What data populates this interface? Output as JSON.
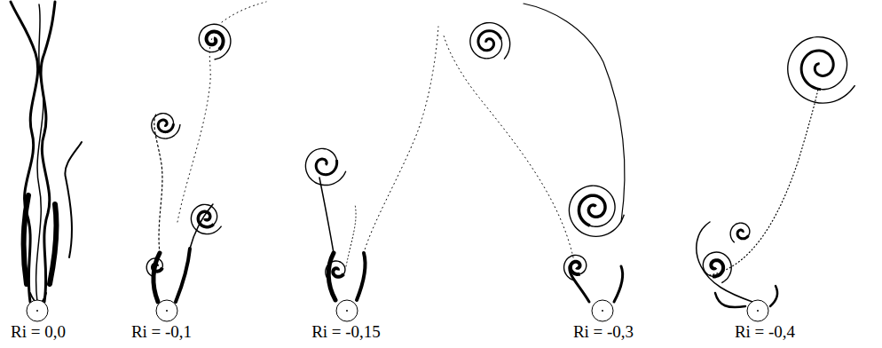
{
  "diagram": {
    "labels": [
      "Ri = 0,0",
      "Ri = -0,1",
      "Ri = -0,15",
      "Ri = -0,3",
      "Ri = -0,4"
    ]
  }
}
